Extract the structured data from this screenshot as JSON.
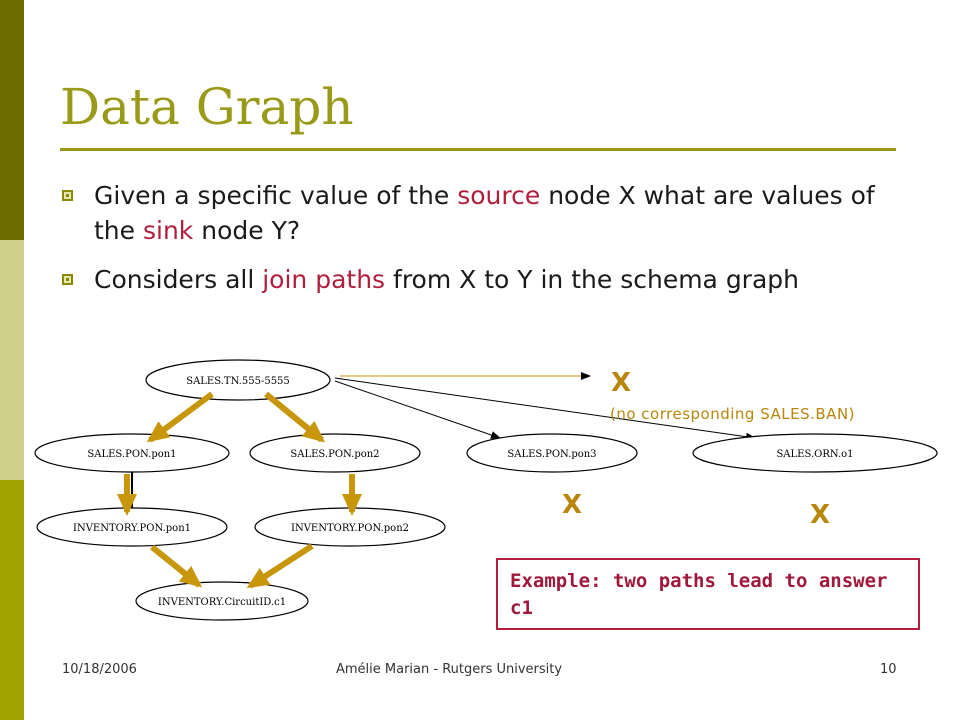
{
  "slide": {
    "title": "Data Graph",
    "bullets": [
      {
        "parts": [
          {
            "text": "Given a specific value of the ",
            "highlight": false
          },
          {
            "text": "source",
            "highlight": true
          },
          {
            "text": " node X what are values of the ",
            "highlight": false
          },
          {
            "text": "sink",
            "highlight": true
          },
          {
            "text": " node Y?",
            "highlight": false
          }
        ]
      },
      {
        "parts": [
          {
            "text": "Considers all ",
            "highlight": false
          },
          {
            "text": "join paths",
            "highlight": true
          },
          {
            "text": " from X to Y in the schema graph",
            "highlight": false
          }
        ]
      }
    ],
    "colors": {
      "title": "#9a9a1a",
      "highlight": "#b01e3c",
      "arrow": "#c8960a",
      "x_mark": "#b8860b",
      "sidebar": [
        "#6b6b00",
        "#cfcf8a",
        "#a3a300"
      ]
    }
  },
  "diagram": {
    "nodes": [
      {
        "id": "tn",
        "label": "SALES.TN.555-5555"
      },
      {
        "id": "pon1",
        "label": "SALES.PON.pon1"
      },
      {
        "id": "pon2",
        "label": "SALES.PON.pon2"
      },
      {
        "id": "pon3",
        "label": "SALES.PON.pon3"
      },
      {
        "id": "orn",
        "label": "SALES.ORN.o1"
      },
      {
        "id": "ipon1",
        "label": "INVENTORY.PON.pon1"
      },
      {
        "id": "ipon2",
        "label": "INVENTORY.PON.pon2"
      },
      {
        "id": "cid",
        "label": "INVENTORY.CircuitID.c1"
      }
    ],
    "x_label": "X",
    "no_match_note": "(no corresponding SALES.BAN)",
    "example_text": "Example: two paths lead to answer c1"
  },
  "footer": {
    "date": "10/18/2006",
    "author": "Amélie Marian - Rutgers University",
    "page": "10"
  }
}
